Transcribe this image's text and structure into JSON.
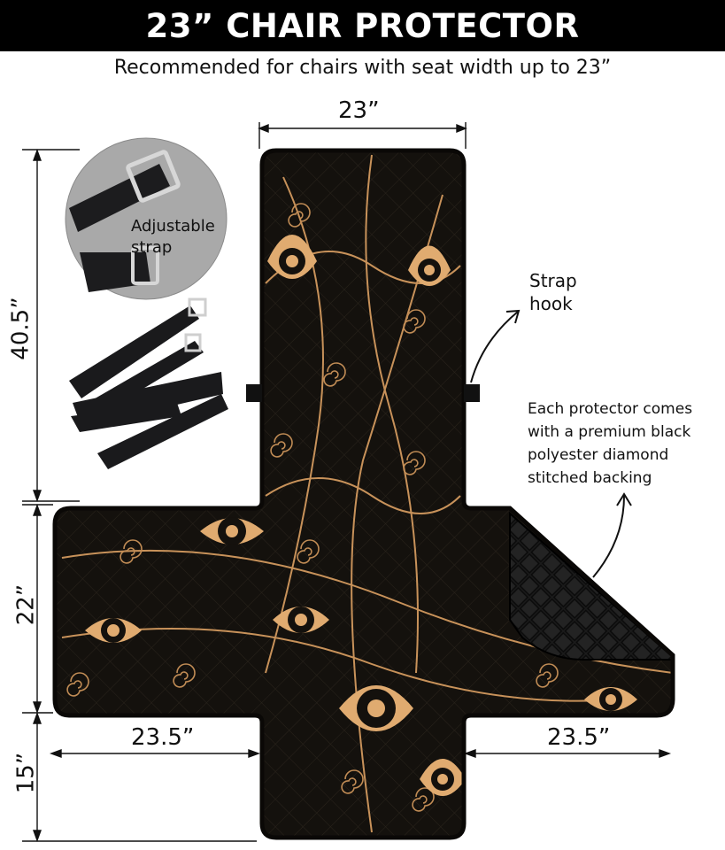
{
  "header": {
    "title": "23” CHAIR PROTECTOR",
    "subtitle": "Recommended for chairs with seat width up to 23”"
  },
  "dimensions": {
    "top_width": "23”",
    "back_height": "40.5”",
    "seat_depth": "22”",
    "front_flap": "15”",
    "left_arm": "23.5”",
    "right_arm": "23.5”"
  },
  "callouts": {
    "strap_label": "Adjustable strap",
    "strap_hook": "Strap hook",
    "backing_note": "Each protector comes with a premium black polyester diamond stitched backing"
  },
  "colors": {
    "fabric": "#14110d",
    "pattern_gold": "#d9a46a",
    "pattern_light": "#e8b97e",
    "backing": "#1b1b1b",
    "strap_bg": "#a7a7a7"
  },
  "icons": [
    "adjustable-strap-photo",
    "strap-bundle-photo",
    "chair-protector-product",
    "curved-arrow-icon"
  ]
}
